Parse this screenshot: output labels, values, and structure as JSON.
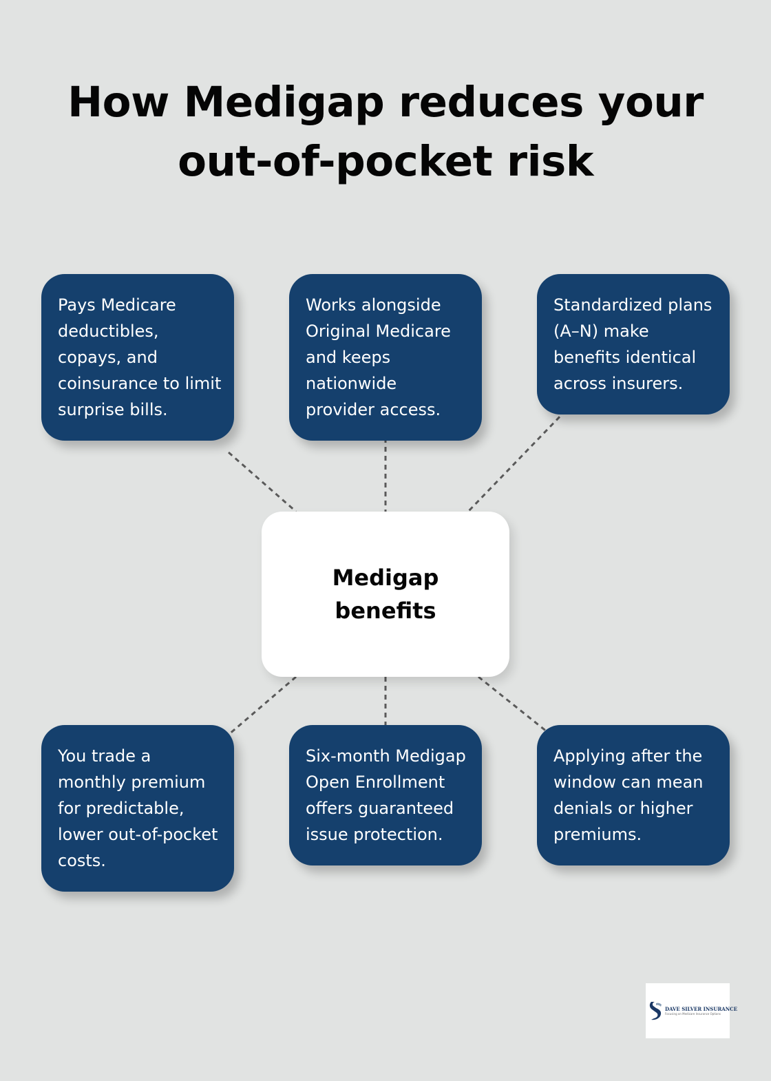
{
  "title": "How Medigap reduces your out-of-pocket risk",
  "center": {
    "label": "Medigap benefits"
  },
  "benefits": [
    {
      "text": "Pays Medicare deductibles, copays, and coinsurance to limit surprise bills."
    },
    {
      "text": "Works alongside Original Medicare and keeps nationwide provider access."
    },
    {
      "text": "Standardized plans (A–N) make benefits identical across insurers."
    },
    {
      "text": "You trade a monthly premium for predictable, lower out-of-pocket costs."
    },
    {
      "text": "Six-month Medigap Open Enrollment offers guaranteed issue protection."
    },
    {
      "text": "Applying after the window can mean denials or higher premiums."
    }
  ],
  "logo": {
    "name": "DAVE SILVER INSURANCE",
    "tagline": "Focusing on Medicare Insurance Options",
    "icon": "dave-silver-insurance-logo-icon"
  },
  "colors": {
    "background": "#e1e3e2",
    "card": "#15406d",
    "card_text": "#ffffff",
    "center_box": "#ffffff",
    "title_text": "#050505",
    "connector": "#5a5a5a"
  }
}
